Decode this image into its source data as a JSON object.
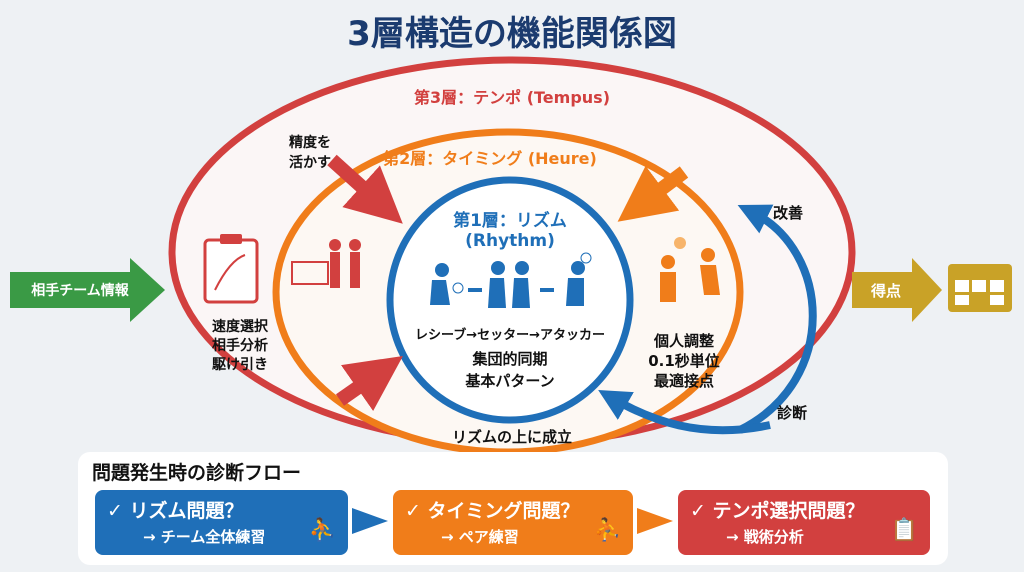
{
  "title": "3層構造の機能関係図",
  "layers": {
    "layer3": {
      "label": "第3層：テンポ (Tempus)",
      "color": "#d2403f"
    },
    "layer2": {
      "label": "第2層：タイミング (Heure)",
      "color": "#f07d1a"
    },
    "layer1": {
      "label_line1": "第1層：リズム",
      "label_line2": "(Rhythm)",
      "color": "#1f6fb8",
      "sequence": "レシーブ→セッター→アタッカー",
      "desc_line1": "集団的同期",
      "desc_line2": "基本パターン"
    }
  },
  "annotations": {
    "precision_line1": "精度を",
    "precision_line2": "活かす",
    "tempo_desc": [
      "速度選択",
      "相手分析",
      "駆け引き"
    ],
    "timing_desc": [
      "個人調整",
      "0.1秒単位",
      "最適接点"
    ],
    "built_on": "リズムの上に成立",
    "improve": "改善",
    "diagnose": "診断"
  },
  "input_arrow": {
    "label": "相手チーム情報",
    "color": "#3a9a45"
  },
  "output_arrow": {
    "label": "得点",
    "color": "#c9a227"
  },
  "diagnostic_flow": {
    "title": "問題発生時の診断フロー",
    "steps": [
      {
        "question": "リズム問題？",
        "action": "→ チーム全体練習",
        "color": "#1f6fb8",
        "icon": "team-players-icon"
      },
      {
        "question": "タイミング問題？",
        "action": "→ ペア練習",
        "color": "#f07d1a",
        "icon": "pair-players-icon"
      },
      {
        "question": "テンポ選択問題？",
        "action": "→ 戦術分析",
        "color": "#d2403f",
        "icon": "clipboard-icon"
      }
    ],
    "check_mark": "✓"
  }
}
